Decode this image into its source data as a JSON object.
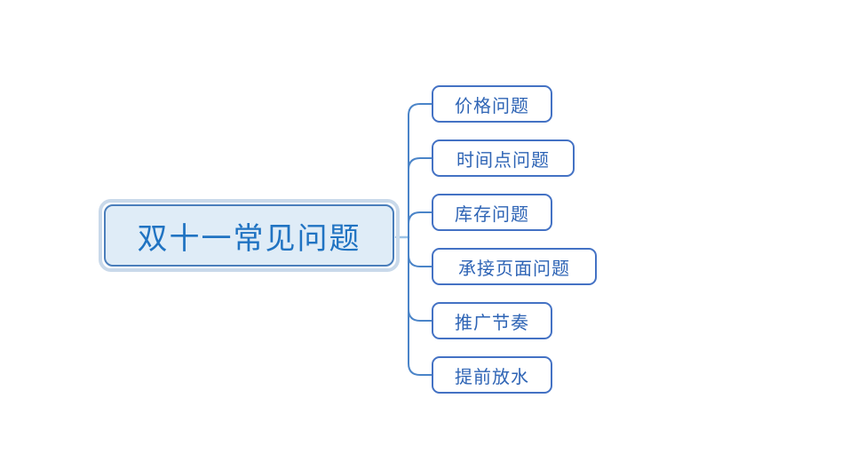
{
  "diagram": {
    "root": {
      "label": "双十一常见问题"
    },
    "children": [
      {
        "label": "价格问题"
      },
      {
        "label": "时间点问题"
      },
      {
        "label": "库存问题"
      },
      {
        "label": "承接页面问题"
      },
      {
        "label": "推广节奏"
      },
      {
        "label": "提前放水"
      }
    ],
    "colors": {
      "background": "#ffffff",
      "root_fill": "#dfecf7",
      "root_border": "#4a7ebb",
      "root_halo": "#c9d9ea",
      "root_text": "#2073c2",
      "child_fill": "#ffffff",
      "child_border": "#4472c4",
      "child_text": "#2e64b5",
      "line": "#4a84c8",
      "stub": "#9cc2e5"
    }
  }
}
